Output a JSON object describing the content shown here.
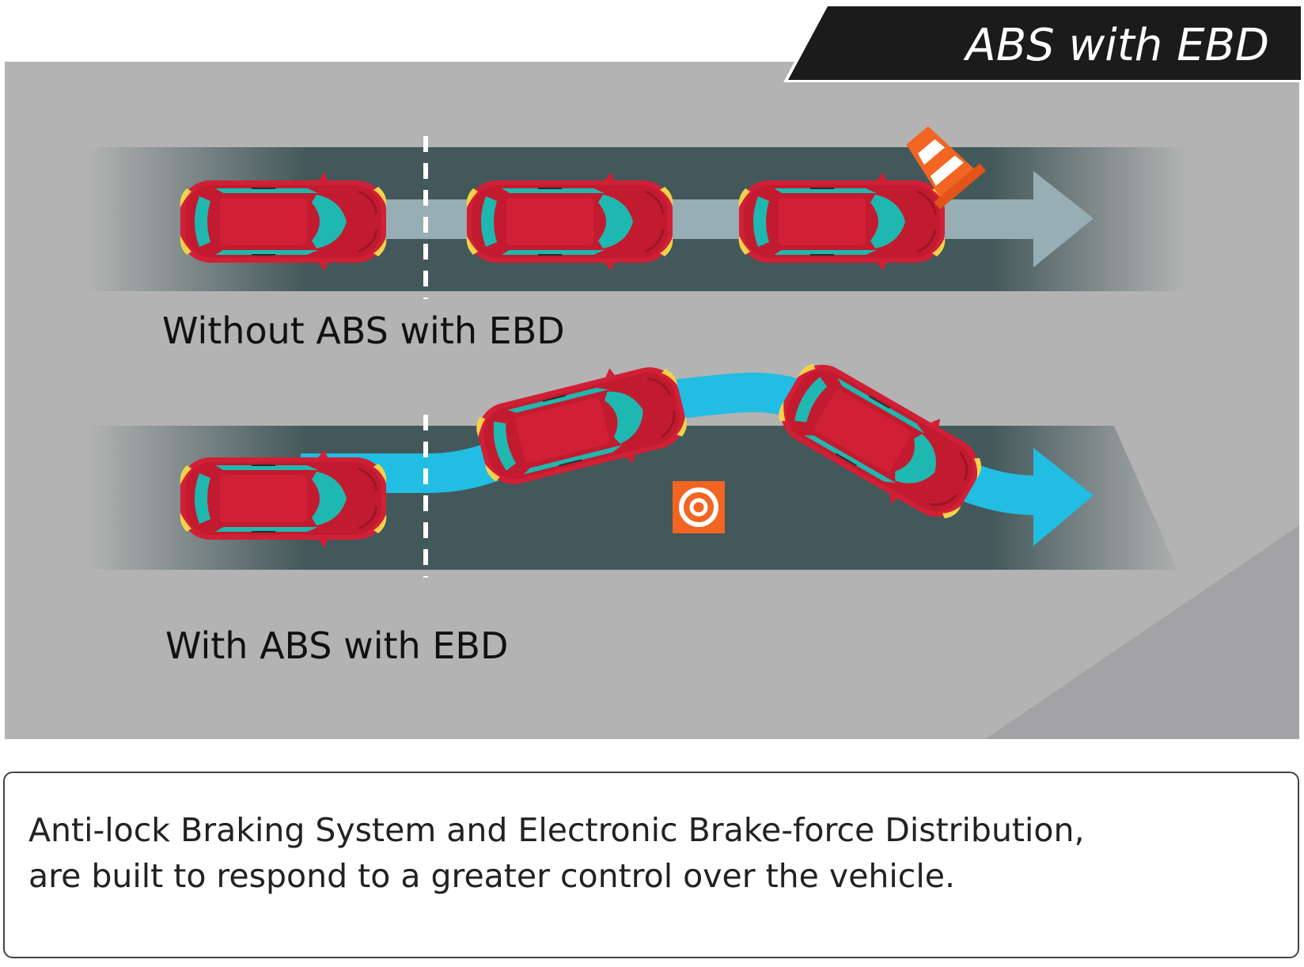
{
  "title": "ABS with EBD",
  "scenarios": [
    {
      "label": "Without ABS with EBD"
    },
    {
      "label": "With ABS with EBD"
    }
  ],
  "description": {
    "lines": [
      "Anti-lock Braking System and Electronic Brake-force Distribution,",
      "are built to respond to a greater control over the vehicle."
    ]
  },
  "colors": {
    "background_grey": "#b3b3b3",
    "road_dark": "#43585a",
    "path_light": "#97aeb4",
    "path_blue": "#22bde3",
    "car_red": "#d12036",
    "glass_teal": "#1fb8b0",
    "headlight_yellow": "#f5d24a",
    "cone_orange": "#f26522",
    "target_orange": "#f26522",
    "title_bg": "#1b1b1b"
  },
  "icons": [
    "traffic-cone-icon",
    "target-icon",
    "car-icon",
    "arrow-icon"
  ]
}
